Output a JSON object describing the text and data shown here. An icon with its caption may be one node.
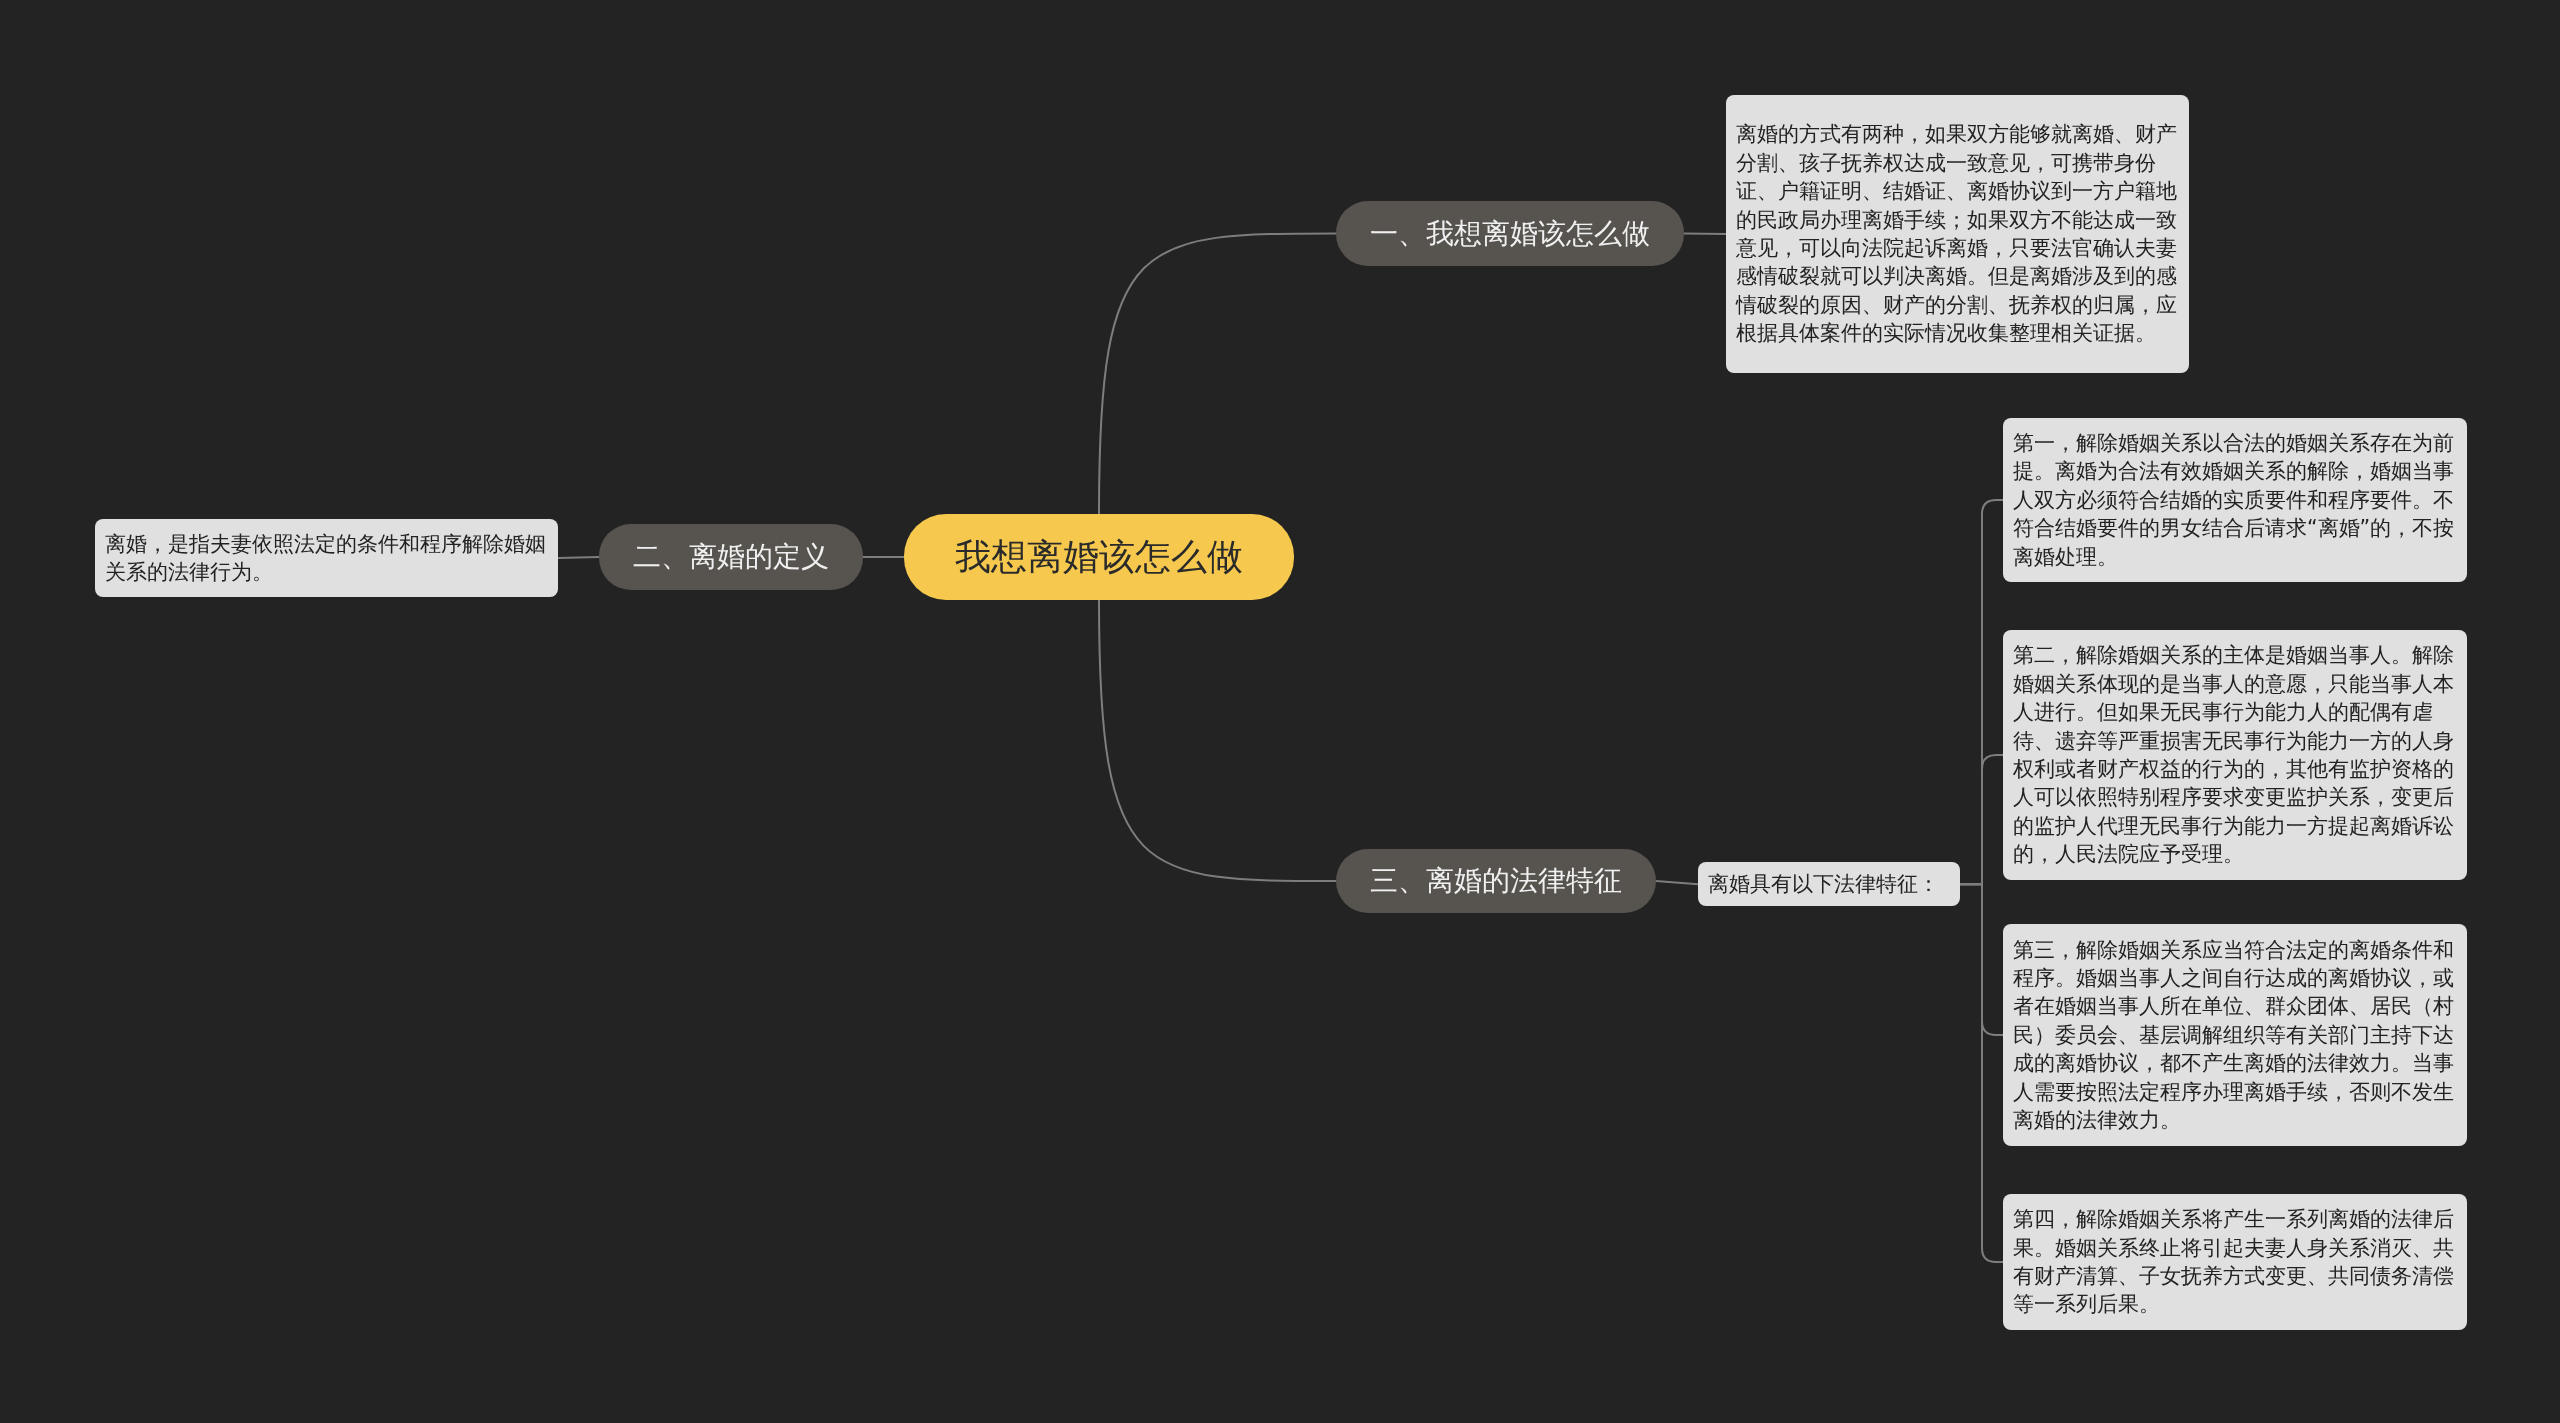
{
  "diagram": {
    "nodes": [
      {
        "text": [
          "我想离婚该怎么做"
        ]
      },
      {
        "text": [
          "一、我想离婚该怎么做"
        ]
      },
      {
        "text": [
          "离婚的方式有两种，如果双方能够就离婚、财产分割、孩子抚养权达成一致意见，可携带身份证、户籍证明、结婚证、离婚协议到一方户籍地的民政局办理离婚手续；如果双方不能达成一致意见，可以向法院起诉离婚，只要法官确认夫妻感情破裂就可以判决离婚。但是离婚涉及到的感情破裂的原因、财产的分割、抚养权的归属，应根据具体案件的实际情况收集整理相关证据。"
        ]
      },
      {
        "text": [
          "二、离婚的定义"
        ]
      },
      {
        "text": [
          "离婚，是指夫妻依照法定的条件和程序解除婚姻关系的法律行为。"
        ]
      },
      {
        "text": [
          "三、离婚的法律特征"
        ]
      },
      {
        "text": [
          "离婚具有以下法律特征："
        ]
      },
      {
        "text": [
          "第一，解除婚姻关系以合法的婚姻关系存在为前提。离婚为合法有效婚姻关系的解除，婚姻当事人双方必须符合结婚的实质要件和程序要件。不符合结婚要件的男女结合后请求“离婚”的，不按离婚处理。"
        ]
      },
      {
        "text": [
          "第二，解除婚姻关系的主体是婚姻当事人。解除婚姻关系体现的是当事人的意愿，只能当事人本人进行。但如果无民事行为能力人的配偶有虐待、遗弃等严重损害无民事行为能力一方的人身权利或者财产权益的行为的，其他有监护资格的人可以依照特别程序要求变更监护关系，变更后的监护人代理无民事行为能力一方提起离婚诉讼的，人民法院应予受理。"
        ]
      },
      {
        "text": [
          "第三，解除婚姻关系应当符合法定的离婚条件和程序。婚姻当事人之间自行达成的离婚协议，或者在婚姻当事人所在单位、群众团体、居民（村民）委员会、基层调解组织等有关部门主持下达成的离婚协议，都不产生离婚的法律效力。当事人需要按照法定程序办理离婚手续，否则不发生离婚的法律效力。"
        ]
      },
      {
        "text": [
          "第四，解除婚姻关系将产生一系列离婚的法律后果。婚姻关系终止将引起夫妻人身关系消灭、共有财产清算、子女抚养方式变更、共同债务清偿等一系列后果。"
        ]
      }
    ],
    "edges": [
      {
        "from": 0,
        "to": 1,
        "arrow": "none"
      },
      {
        "from": 1,
        "to": 2,
        "arrow": "none"
      },
      {
        "from": 0,
        "to": 3,
        "arrow": "none"
      },
      {
        "from": 3,
        "to": 4,
        "arrow": "none"
      },
      {
        "from": 0,
        "to": 5,
        "arrow": "none"
      },
      {
        "from": 5,
        "to": 6,
        "arrow": "none"
      },
      {
        "from": 6,
        "to": 7,
        "arrow": "none"
      },
      {
        "from": 6,
        "to": 8,
        "arrow": "none"
      },
      {
        "from": 6,
        "to": 9,
        "arrow": "none"
      },
      {
        "from": 6,
        "to": 10,
        "arrow": "none"
      }
    ]
  }
}
